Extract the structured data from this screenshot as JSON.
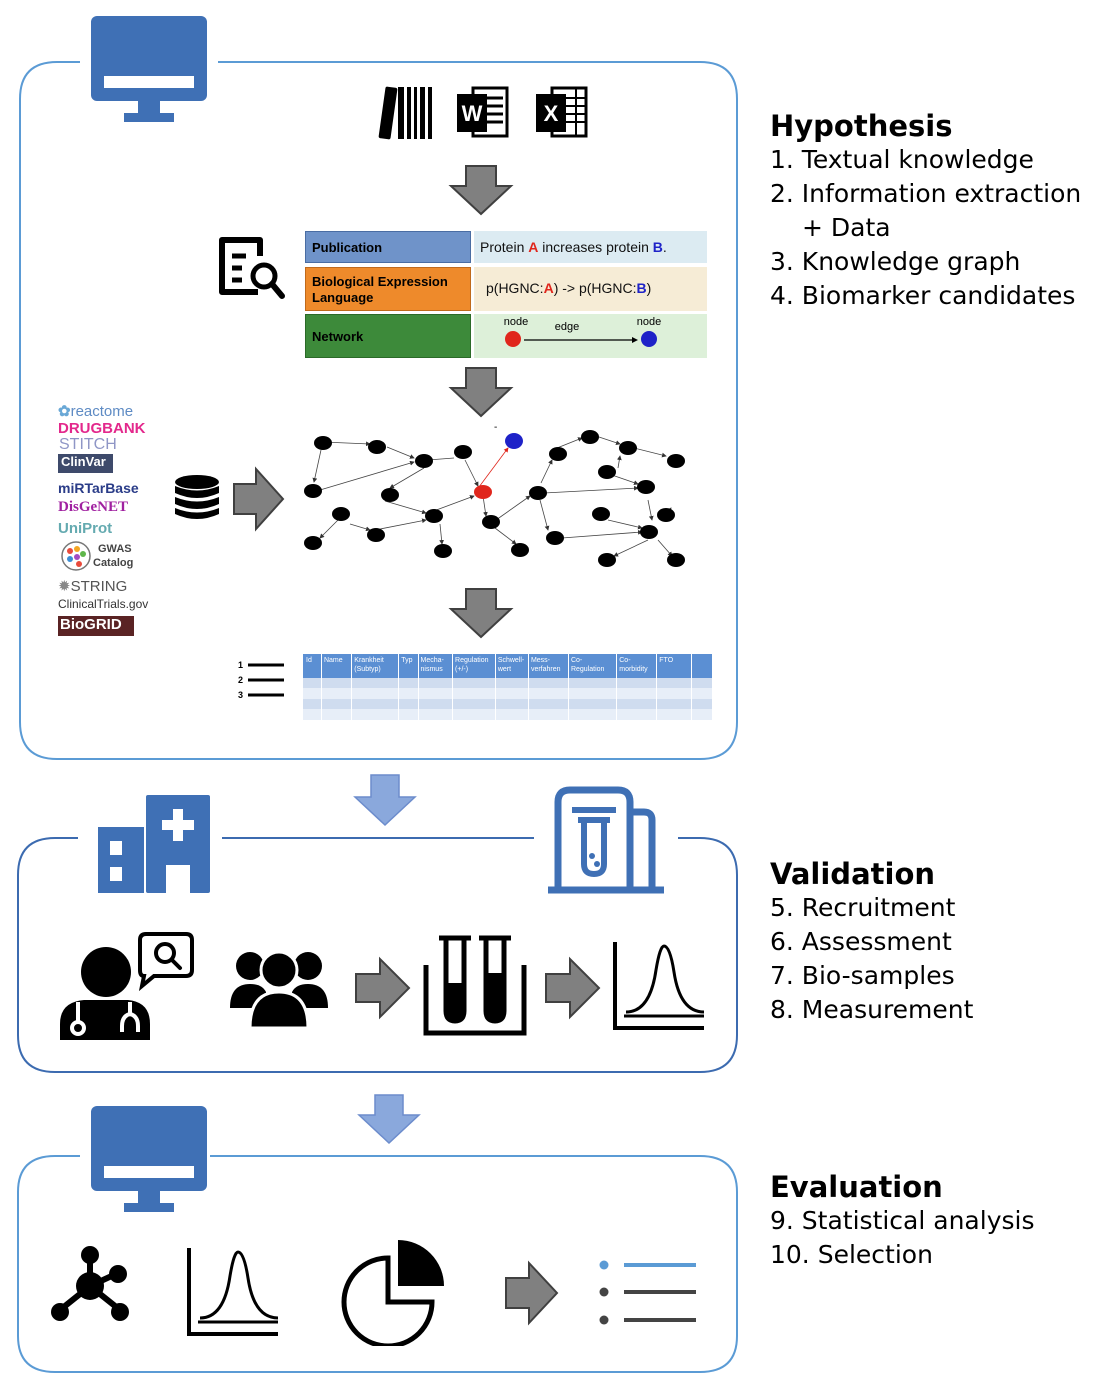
{
  "side": {
    "hypothesis": {
      "title": "Hypothesis",
      "steps": [
        "1. Textual knowledge",
        "2. Information extraction",
        "+ Data",
        "3. Knowledge graph",
        "4. Biomarker candidates"
      ]
    },
    "validation": {
      "title": "Validation",
      "steps": [
        "5. Recruitment",
        "6. Assessment",
        "7. Bio-samples",
        "8. Measurement"
      ]
    },
    "evaluation": {
      "title": "Evaluation",
      "steps": [
        "9. Statistical analysis",
        "10. Selection"
      ]
    }
  },
  "file_icons": {
    "word_letter": "W",
    "excel_letter": "X"
  },
  "extraction_table": {
    "rows": [
      {
        "label": "Publication",
        "content_parts": [
          "Protein ",
          "A",
          " increases protein ",
          "B",
          "."
        ]
      },
      {
        "label": "Biological Expression Language",
        "content_parts": [
          "p(HGNC:",
          "A",
          ") -> p(HGNC:",
          "B",
          ")"
        ]
      },
      {
        "label": "Network",
        "node_left": "node",
        "edge": "edge",
        "node_right": "node"
      }
    ],
    "colors": {
      "publication": "#6f93c9",
      "bel": "#ee8a2b",
      "network": "#3d8a3a",
      "red": "#e0261c",
      "blue": "#1e22c8"
    }
  },
  "databases": [
    "reactome",
    "DRUGBANK",
    "STITCH",
    "ClinVar",
    "miRTarBase",
    "DisGeNET",
    "UniProt",
    "GWAS",
    "Catalog",
    "STRING",
    "ClinicalTrials.gov",
    "BioGRID"
  ],
  "graph": {
    "dash_label": "-"
  },
  "candidate_list": {
    "numbers": [
      "1",
      "2",
      "3"
    ],
    "columns": [
      "Id",
      "Name",
      "Krankheit\n(Subtyp)",
      "Typ",
      "Mecha-\nnismus",
      "Regulation\n(+/-)",
      "Schwell-\nwert",
      "Mess-\nverfahren",
      "Co-\nRegulation",
      "Co-\nmorbidity",
      "FTO"
    ],
    "header_color": "#5b8fd3"
  },
  "colors": {
    "accent": "#5b9bd5",
    "monitor": "#3f70b5",
    "validation_border": "#3c6bb0",
    "flow_arrow": "#8aa8dc"
  }
}
